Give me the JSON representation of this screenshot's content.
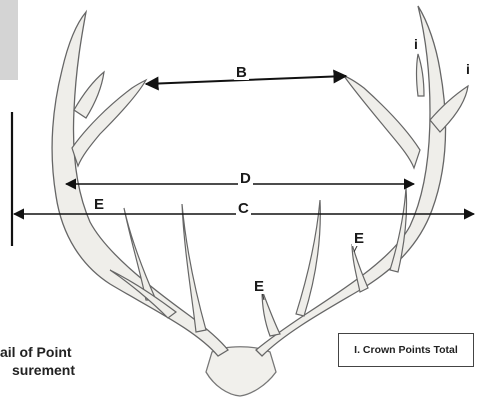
{
  "diagram": {
    "labels": {
      "B": "B",
      "D": "D",
      "C": "C",
      "E_left": "E",
      "E_right": "E",
      "E_center": "E",
      "i_1": "i",
      "i_2": "i"
    },
    "detail_caption": {
      "line1": "ail of Point",
      "line2": "surement"
    },
    "crown_box_label": "I. Crown Points Total"
  }
}
